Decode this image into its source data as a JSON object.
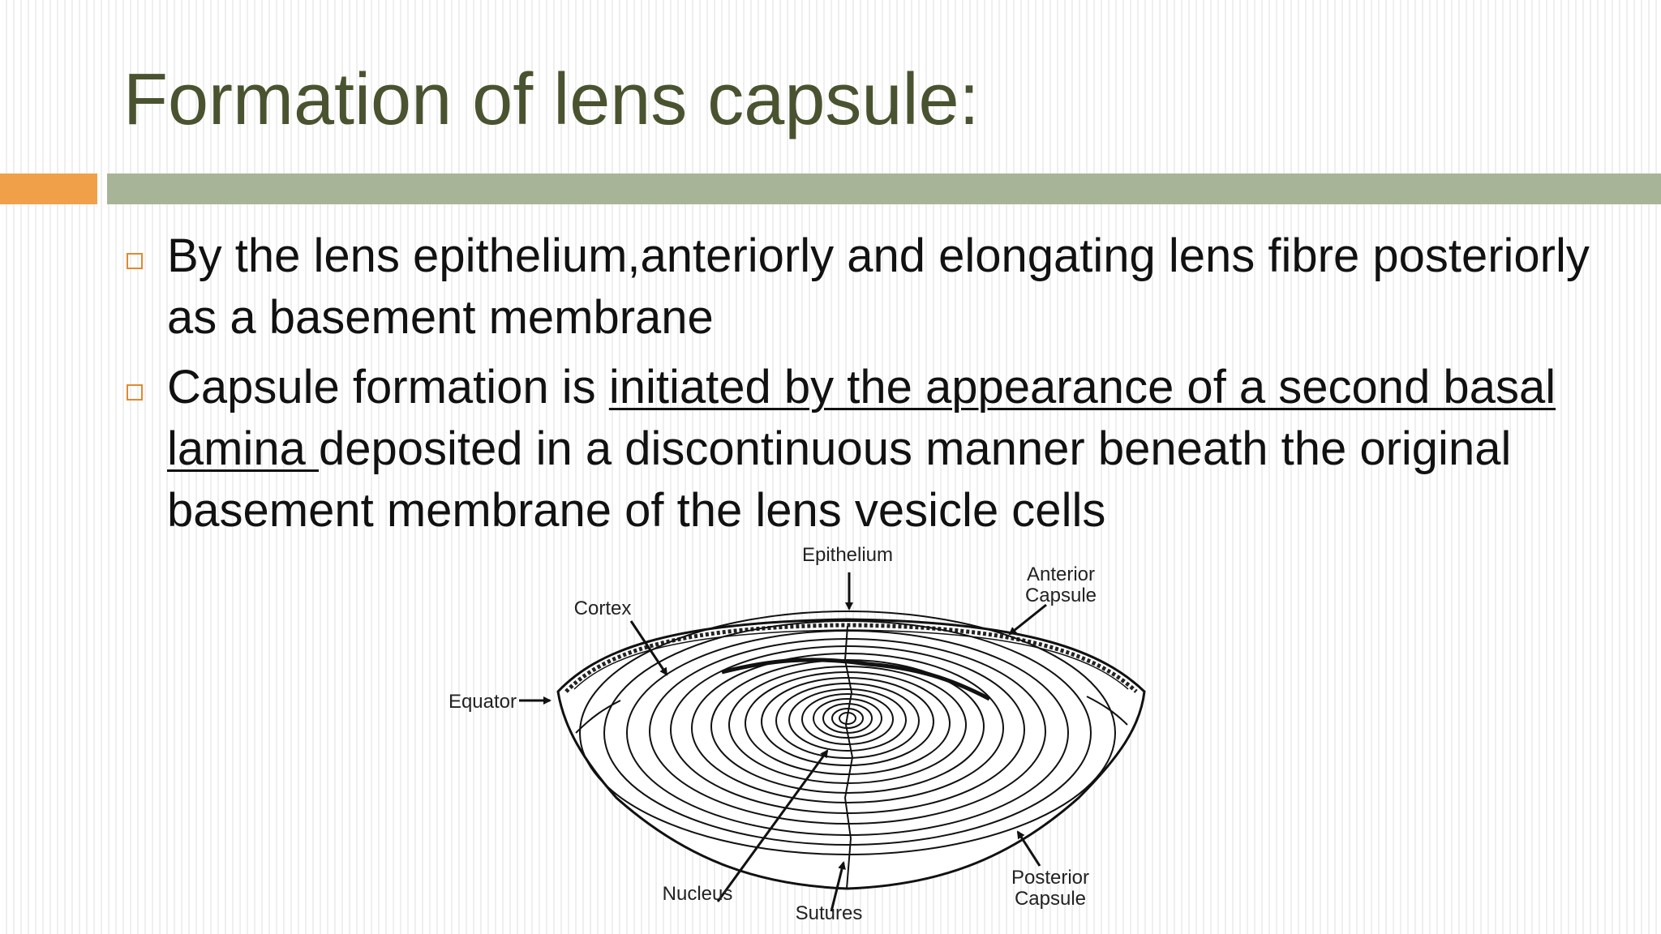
{
  "slide": {
    "title": "Formation of lens capsule:",
    "bullets": [
      {
        "text": "By the lens epithelium,anteriorly and elongating lens fibre posteriorly as a basement membrane"
      },
      {
        "text_before": "Capsule formation is ",
        "underlined": "initiated by the appearance of a second basal lamina ",
        "text_after": "deposited in a discontinuous manner beneath the original basement membrane of the lens vesicle cells"
      }
    ]
  },
  "diagram": {
    "labels": {
      "epithelium": "Epithelium",
      "cortex": "Cortex",
      "anterior_capsule_1": "Anterior",
      "anterior_capsule_2": "Capsule",
      "equator": "Equator",
      "nucleus": "Nucleus",
      "sutures": "Sutures",
      "posterior_capsule_1": "Posterior",
      "posterior_capsule_2": "Capsule"
    }
  },
  "colors": {
    "title": "#4a5330",
    "accent_orange": "#f0a048",
    "accent_green": "#a8b497",
    "bullet_box": "#e08a2e"
  }
}
